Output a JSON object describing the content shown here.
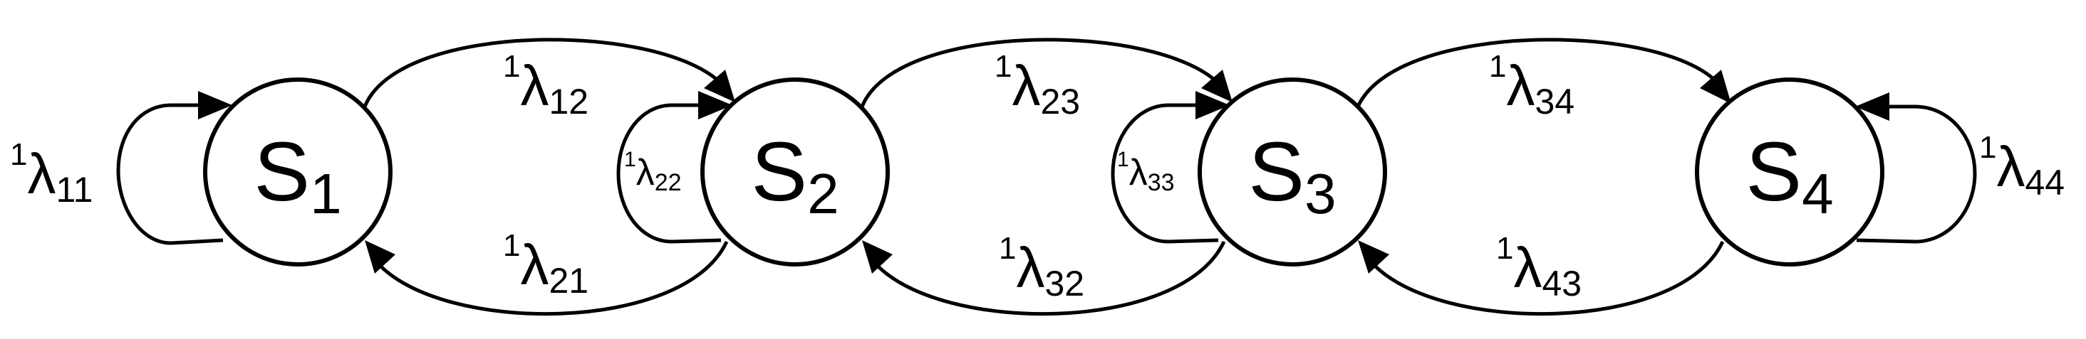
{
  "colors": {
    "stroke": "#000000",
    "background": "#ffffff",
    "node_fill": "#ffffff"
  },
  "states": {
    "s1": {
      "letter": "S",
      "index": "1"
    },
    "s2": {
      "letter": "S",
      "index": "2"
    },
    "s3": {
      "letter": "S",
      "index": "3"
    },
    "s4": {
      "letter": "S",
      "index": "4"
    }
  },
  "transitions": {
    "t11": {
      "pre": "1",
      "symbol": "λ",
      "sub": "11"
    },
    "t12": {
      "pre": "1",
      "symbol": "λ",
      "sub": "12"
    },
    "t21": {
      "pre": "1",
      "symbol": "λ",
      "sub": "21"
    },
    "t22": {
      "pre": "1",
      "symbol": "λ",
      "sub": "22"
    },
    "t23": {
      "pre": "1",
      "symbol": "λ",
      "sub": "23"
    },
    "t32": {
      "pre": "1",
      "symbol": "λ",
      "sub": "32"
    },
    "t33": {
      "pre": "1",
      "symbol": "λ",
      "sub": "33"
    },
    "t34": {
      "pre": "1",
      "symbol": "λ",
      "sub": "34"
    },
    "t43": {
      "pre": "1",
      "symbol": "λ",
      "sub": "43"
    },
    "t44": {
      "pre": "1",
      "symbol": "λ",
      "sub": "44"
    }
  }
}
